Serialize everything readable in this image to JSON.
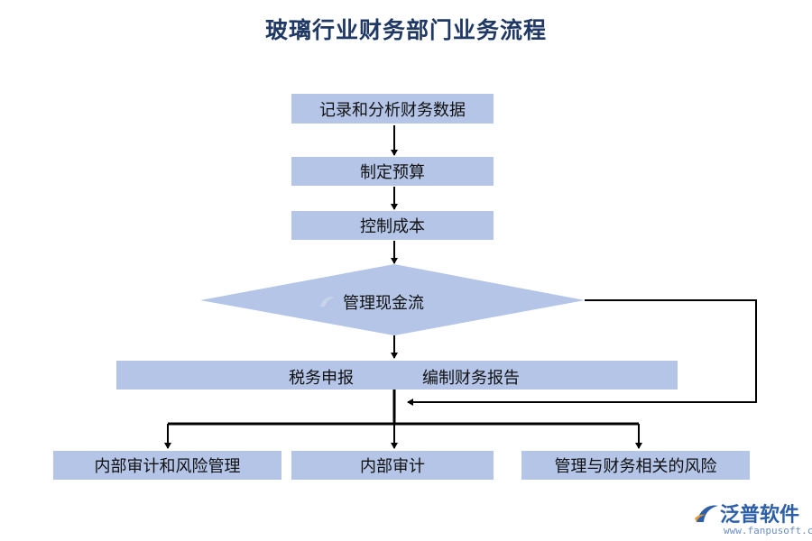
{
  "title": "玻璃行业财务部门业务流程",
  "nodes": {
    "record": "记录和分析财务数据",
    "budget": "制定预算",
    "cost": "控制成本",
    "cashflow": "管理现金流",
    "tax": "税务申报",
    "report": "编制财务报告",
    "audit_risk": "内部审计和风险管理",
    "audit": "内部审计",
    "finance_risk": "管理与财务相关的风险"
  },
  "logo": {
    "name": "泛普软件",
    "url": "www.fanpusoft.com"
  },
  "colors": {
    "box_fill": "#b4c5e7",
    "title": "#1f3864",
    "line": "#000000"
  }
}
